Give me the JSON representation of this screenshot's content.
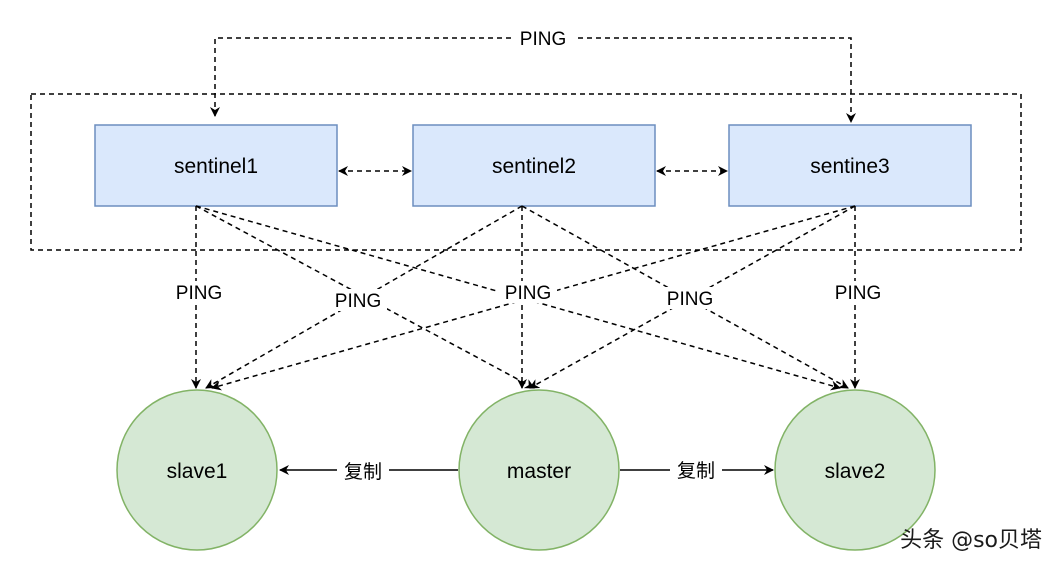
{
  "diagram": {
    "top_edge_label": "PING",
    "sentinels": [
      {
        "label": "sentinel1"
      },
      {
        "label": "sentinel2"
      },
      {
        "label": "sentine3"
      }
    ],
    "nodes": {
      "slave1": "slave1",
      "master": "master",
      "slave2": "slave2"
    },
    "ping_labels": [
      "PING",
      "PING",
      "PING",
      "PING",
      "PING"
    ],
    "replication_labels": [
      "复制",
      "复制"
    ],
    "colors": {
      "sentinel_fill": "#dae8fc",
      "sentinel_stroke": "#6c8ebf",
      "node_fill": "#d5e8d4",
      "node_stroke": "#82b366"
    }
  },
  "watermark": "头条 @so贝塔"
}
